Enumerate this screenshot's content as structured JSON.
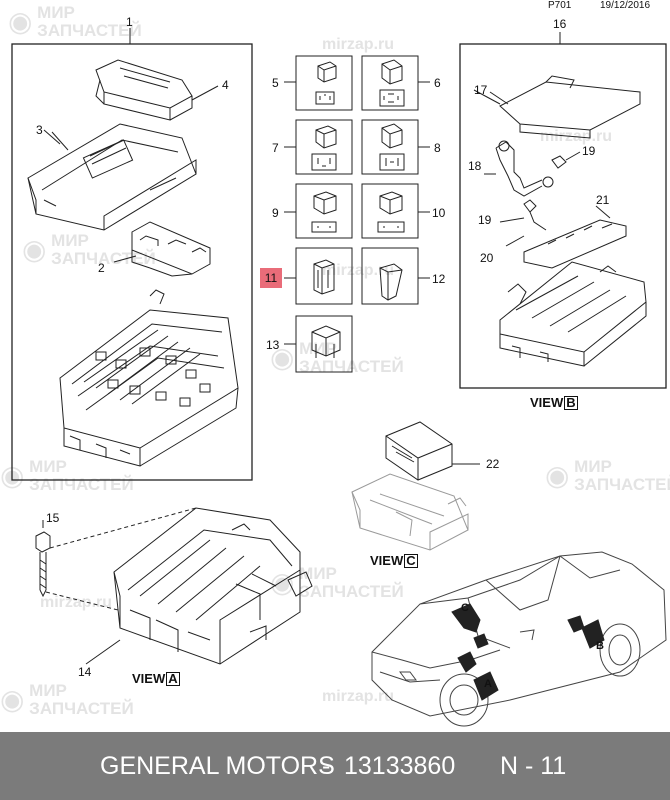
{
  "header": {
    "page_code": "P701",
    "date": "19/12/2016"
  },
  "callouts": {
    "c1": "1",
    "c2": "2",
    "c3": "3",
    "c4": "4",
    "c5": "5",
    "c6": "6",
    "c7": "7",
    "c8": "8",
    "c9": "9",
    "c10": "10",
    "c11": "11",
    "c12": "12",
    "c13": "13",
    "c14": "14",
    "c15": "15",
    "c16": "16",
    "c17": "17",
    "c18": "18",
    "c19a": "19",
    "c19b": "19",
    "c20": "20",
    "c21": "21",
    "c22": "22"
  },
  "views": {
    "b": {
      "prefix": "VIEW",
      "letter": "B"
    },
    "c": {
      "prefix": "VIEW",
      "letter": "C"
    },
    "a": {
      "prefix": "VIEW",
      "letter": "A"
    }
  },
  "car_markers": {
    "a": "A",
    "b": "B",
    "c": "C"
  },
  "watermark": {
    "line1": "МИР",
    "line2": "ЗАПЧАСТЕЙ",
    "site": "mirzap.ru"
  },
  "footer": {
    "brand": "GENERAL MOTORS",
    "separator": "-",
    "part_number": "13133860",
    "ref": "N - 11"
  },
  "colors": {
    "highlight": "#e96c79",
    "footer_bg": "#7b7b7b",
    "watermark": "#e3e3e3"
  }
}
